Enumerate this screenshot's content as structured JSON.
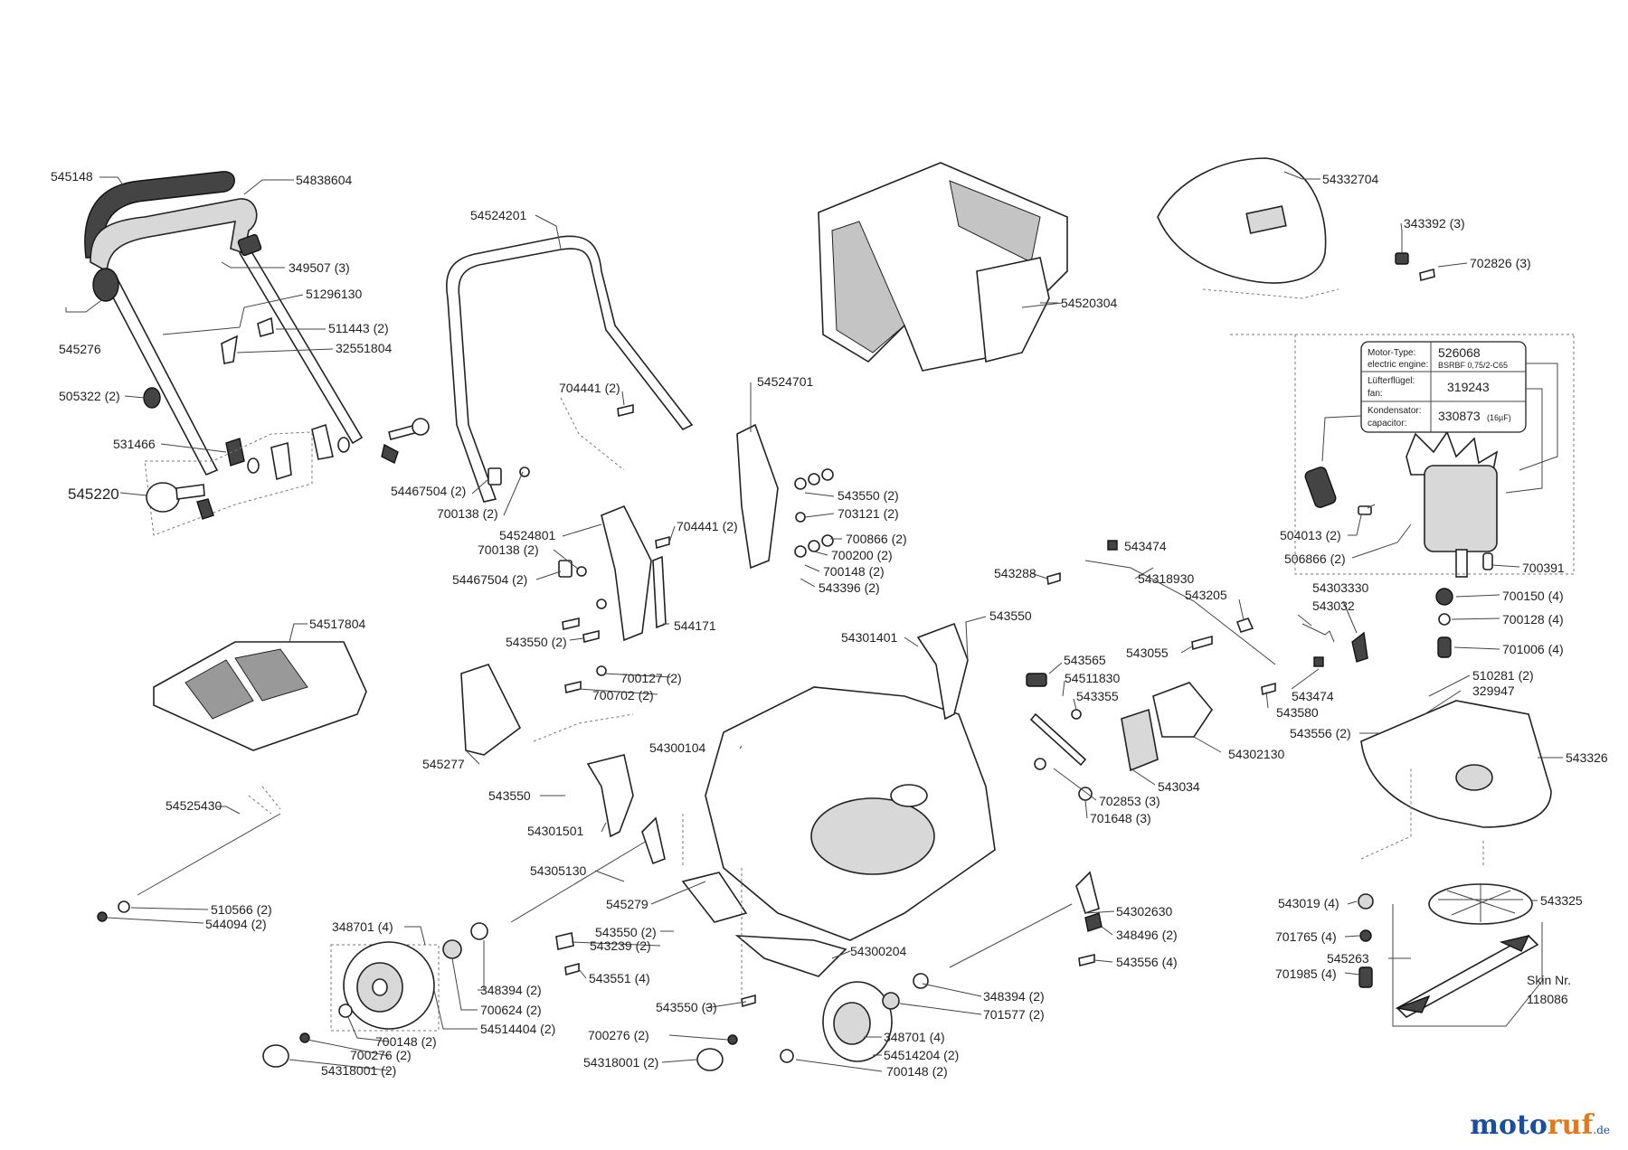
{
  "labels": {
    "l545148": "545148",
    "l54838604": "54838604",
    "l349507": "349507 (3)",
    "l51296130": "51296130",
    "l511443": "511443 (2)",
    "l32551804": "32551804",
    "l545276": "545276",
    "l505322": "505322 (2)",
    "l531466": "531466",
    "l545220": "545220",
    "l54524201": "54524201",
    "l704441a": "704441 (2)",
    "l54524701": "54524701",
    "l54467504a": "54467504 (2)",
    "l700138a": "700138 (2)",
    "l54524801": "54524801",
    "l700138b": "700138 (2)",
    "l704441b": "704441 (2)",
    "l54467504b": "54467504 (2)",
    "l543550a": "543550 (2)",
    "l703121": "703121 (2)",
    "l700866": "700866 (2)",
    "l700200": "700200 (2)",
    "l700148a": "700148 (2)",
    "l543396": "543396 (2)",
    "l544171": "544171",
    "l543550b": "543550 (2)",
    "l700127": "700127 (2)",
    "l700702": "700702 (2)",
    "l54520304": "54520304",
    "l54332704": "54332704",
    "l343392": "343392 (3)",
    "l702826": "702826 (3)",
    "l504013": "504013 (2)",
    "l506866": "506866 (2)",
    "l700391": "700391",
    "l700150": "700150 (4)",
    "l700128": "700128 (4)",
    "l701006": "701006 (4)",
    "l510281": "510281 (2)",
    "l329947": "329947",
    "l543556a": "543556 (2)",
    "l543326": "543326",
    "l543019": "543019 (4)",
    "l543325": "543325",
    "l701765": "701765 (4)",
    "l545263": "545263",
    "l701985": "701985 (4)",
    "l_skin1": "Skin Nr.",
    "l_skin2": "118086",
    "l543474a": "543474",
    "l543288": "543288",
    "l54318930": "54318930",
    "l543205": "543205",
    "l54303330": "54303330",
    "l543032": "543032",
    "l543055": "543055",
    "l543474b": "543474",
    "l543580": "543580",
    "l543565": "543565",
    "l54511830": "54511830",
    "l543355": "543355",
    "l54302130": "54302130",
    "l543034": "543034",
    "l702853": "702853 (3)",
    "l701648": "701648 (3)",
    "l54301401": "54301401",
    "l543550c": "543550",
    "l54517804": "54517804",
    "l545277": "545277",
    "l54300104": "54300104",
    "l543550d": "543550",
    "l54301501": "54301501",
    "l54525430": "54525430",
    "l510566": "510566 (2)",
    "l544094": "544094 (2)",
    "l54305130": "54305130",
    "l545279": "545279",
    "l348701a": "348701 (4)",
    "l543550e": "543550 (2)",
    "l543239": "543239 (2)",
    "l543551": "543551 (4)",
    "l348394a": "348394 (2)",
    "l700624": "700624 (2)",
    "l54514404": "54514404 (2)",
    "l700148b": "700148 (2)",
    "l700276a": "700276 (2)",
    "l54318001a": "54318001 (2)",
    "l543550f": "543550 (3)",
    "l54300204": "54300204",
    "l54302630": "54302630",
    "l348496": "348496 (2)",
    "l543556b": "543556 (4)",
    "l348394b": "348394 (2)",
    "l701577": "701577 (2)",
    "l348701b": "348701 (4)",
    "l54514204": "54514204 (2)",
    "l700148c": "700148 (2)",
    "l700276b": "700276 (2)",
    "l54318001b": "54318001 (2)"
  },
  "motor_table": {
    "type_label_1": "Motor-Type:",
    "type_label_2": "electric engine:",
    "type_value": "526068",
    "type_sub": "BSRBF 0,75/2-C65",
    "fan_label_1": "Lüfterflügel:",
    "fan_label_2": "fan:",
    "fan_value": "319243",
    "cap_label_1": "Kondensator:",
    "cap_label_2": "capacitor:",
    "cap_value": "330873",
    "cap_sub": "(16µF)"
  },
  "brand": {
    "part1": "moto",
    "part2": "ruf",
    "part3": ".de"
  }
}
